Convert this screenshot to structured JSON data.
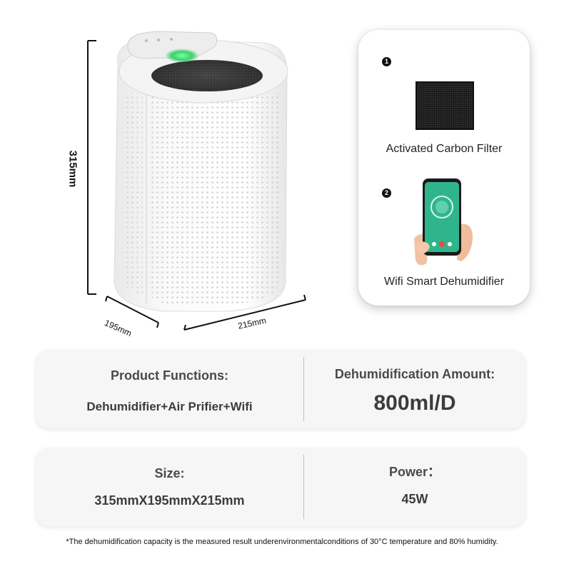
{
  "dimensions": {
    "height": "315mm",
    "depth": "195mm",
    "width": "215mm"
  },
  "accessories": [
    {
      "number": "1",
      "label": "Activated Carbon Filter",
      "icon": "carbon-filter"
    },
    {
      "number": "2",
      "label": "Wifi Smart Dehumidifier",
      "icon": "smartphone-app"
    }
  ],
  "specs": {
    "functions": {
      "heading": "Product Functions:",
      "value": "Dehumidifier+Air Prifier+Wifi"
    },
    "amount": {
      "heading": "Dehumidification Amount:",
      "value": "800ml/D"
    },
    "size": {
      "heading": "Size:",
      "value": "315mmX195mmX215mm"
    },
    "power": {
      "heading": "Power：",
      "value": "45W"
    }
  },
  "footnote": "*The dehumidification capacity is the measured result underenvironmentalconditions of 30°C temperature and 80% humidity.",
  "colors": {
    "indicator_green": "#3bd16f",
    "accent_app": "#2fb58c"
  }
}
